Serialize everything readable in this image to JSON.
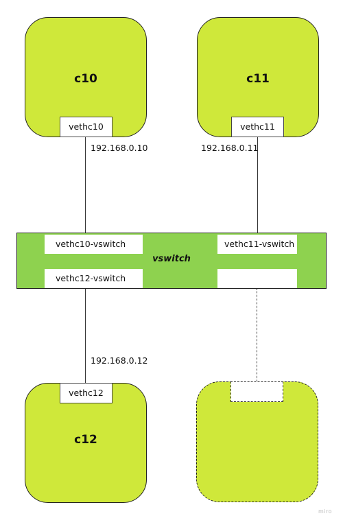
{
  "containers": {
    "c10": {
      "name": "c10",
      "port": "vethc10",
      "ip": "192.168.0.10"
    },
    "c11": {
      "name": "c11",
      "port": "vethc11",
      "ip": "192.168.0.11"
    },
    "c12": {
      "name": "c12",
      "port": "vethc12",
      "ip": "192.168.0.12"
    }
  },
  "vswitch": {
    "label": "vswitch",
    "ports": {
      "c10": "vethc10-vswitch",
      "c11": "vethc11-vswitch",
      "c12": "vethc12-vswitch",
      "empty": ""
    }
  },
  "watermark": "miro",
  "colors": {
    "container_fill": "#cfe83a",
    "vswitch_fill": "#8ed24f",
    "port_fill": "#ffffff",
    "stroke": "#222222"
  }
}
